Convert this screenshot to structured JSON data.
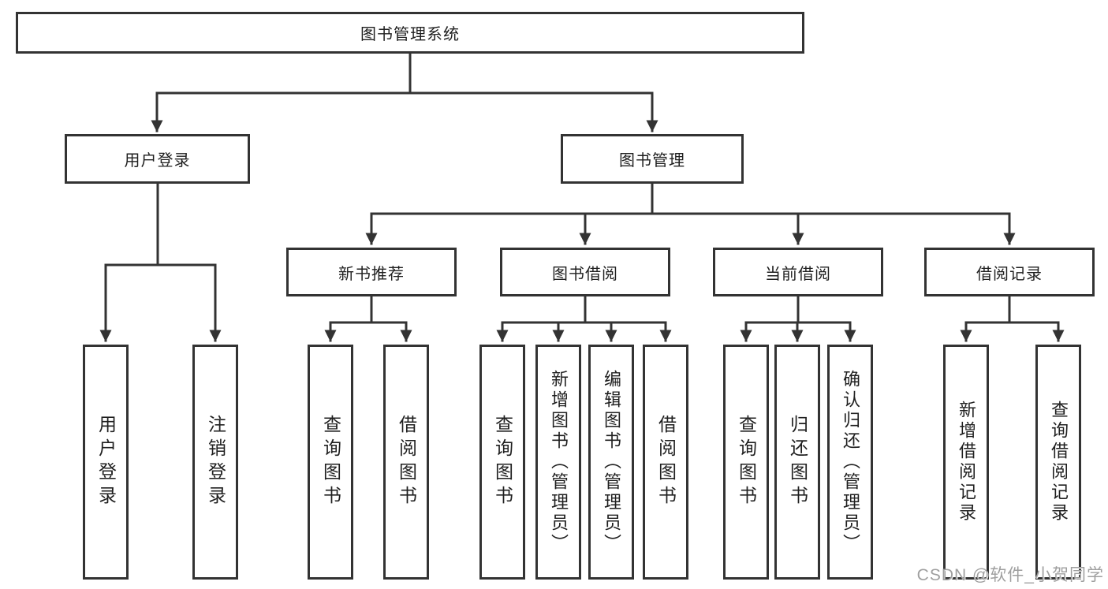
{
  "diagram": {
    "root": "图书管理系统",
    "user_branch": {
      "label": "用户登录",
      "leaves": [
        "用户登录",
        "注销登录"
      ]
    },
    "management_branch": {
      "label": "图书管理",
      "groups": [
        {
          "label": "新书推荐",
          "leaves": [
            "查询图书",
            "借阅图书"
          ]
        },
        {
          "label": "图书借阅",
          "leaves": [
            "查询图书",
            "新增图书（管理员）",
            "编辑图书（管理员）",
            "借阅图书"
          ]
        },
        {
          "label": "当前借阅",
          "leaves": [
            "查询图书",
            "归还图书",
            "确认归还（管理员）"
          ]
        },
        {
          "label": "借阅记录",
          "leaves": [
            "新增借阅记录",
            "查询借阅记录"
          ]
        }
      ]
    },
    "colors": {
      "line": "#333333",
      "box_border": "#333333",
      "text": "#1f1f1f",
      "background": "#ffffff"
    }
  },
  "watermark": {
    "text": "CSDN @软件_小贺同学",
    "color": "#9f9f9f"
  }
}
